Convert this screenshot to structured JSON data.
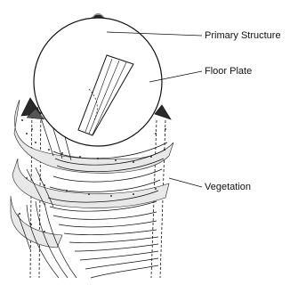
{
  "labels": {
    "primary_structure": "Primary Structure",
    "floor_plate": "Floor Plate",
    "vegetation": "Vegetation"
  },
  "colors": {
    "ink": "#111111",
    "background": "#ffffff"
  }
}
